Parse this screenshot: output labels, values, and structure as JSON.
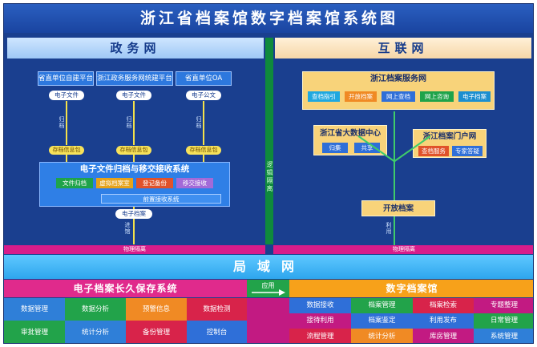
{
  "title": "浙江省档案馆数字档案馆系统图",
  "gov_net": {
    "header": "政务网",
    "sources": [
      {
        "name": "省直单位自建平台",
        "doc": "电子文件",
        "arrow": "归档",
        "store": "存档信息包"
      },
      {
        "name": "浙江政务服务网统建平台",
        "doc": "电子文件",
        "arrow": "归档",
        "store": "存档信息包"
      },
      {
        "name": "省直单位OA",
        "doc": "电子公文",
        "arrow": "归档",
        "store": "存档信息包"
      }
    ],
    "system": {
      "title": "电子文件归档与移交接收系统",
      "modules": [
        "文件归档",
        "虚拟档案室",
        "登记备份",
        "移交接收"
      ],
      "front": "前置接收系统"
    },
    "output": "电子档案",
    "transfer": "进馆",
    "isolation": "物理隔离"
  },
  "divider": "逻辑隔离",
  "internet": {
    "header": "互联网",
    "service_net": {
      "title": "浙江档案服务网",
      "items": [
        "查档指引",
        "开放档案",
        "网上查档",
        "网上咨询",
        "电子档案"
      ]
    },
    "bigdata": {
      "title": "浙江省大数据中心",
      "items": [
        "归集",
        "共享"
      ]
    },
    "portal": {
      "title": "浙江档案门户网",
      "items": [
        "查档服务",
        "专家答疑"
      ]
    },
    "open_archives": "开放档案",
    "use": "利用",
    "isolation": "物理隔离"
  },
  "lan": "局域网",
  "apply": "应用",
  "longterm": {
    "title": "电子档案长久保存系统",
    "cells": [
      "数据管理",
      "数据分析",
      "预警信息",
      "数据检测",
      "审批管理",
      "统计分析",
      "备份管理",
      "控制台"
    ]
  },
  "digital_archive": {
    "title": "数字档案馆",
    "cells": [
      "数据接收",
      "档案管理",
      "档案检索",
      "专题整理",
      "接待利用",
      "档案鉴定",
      "利用发布",
      "日常管理",
      "流程管理",
      "统计分析",
      "库房管理",
      "系统管理"
    ]
  },
  "colors": {
    "frame": "#1a3f8f",
    "magenta": "#e02a8c",
    "orange": "#f7a11a",
    "green": "#0f8a3c",
    "lan": "#2ea6ee"
  }
}
